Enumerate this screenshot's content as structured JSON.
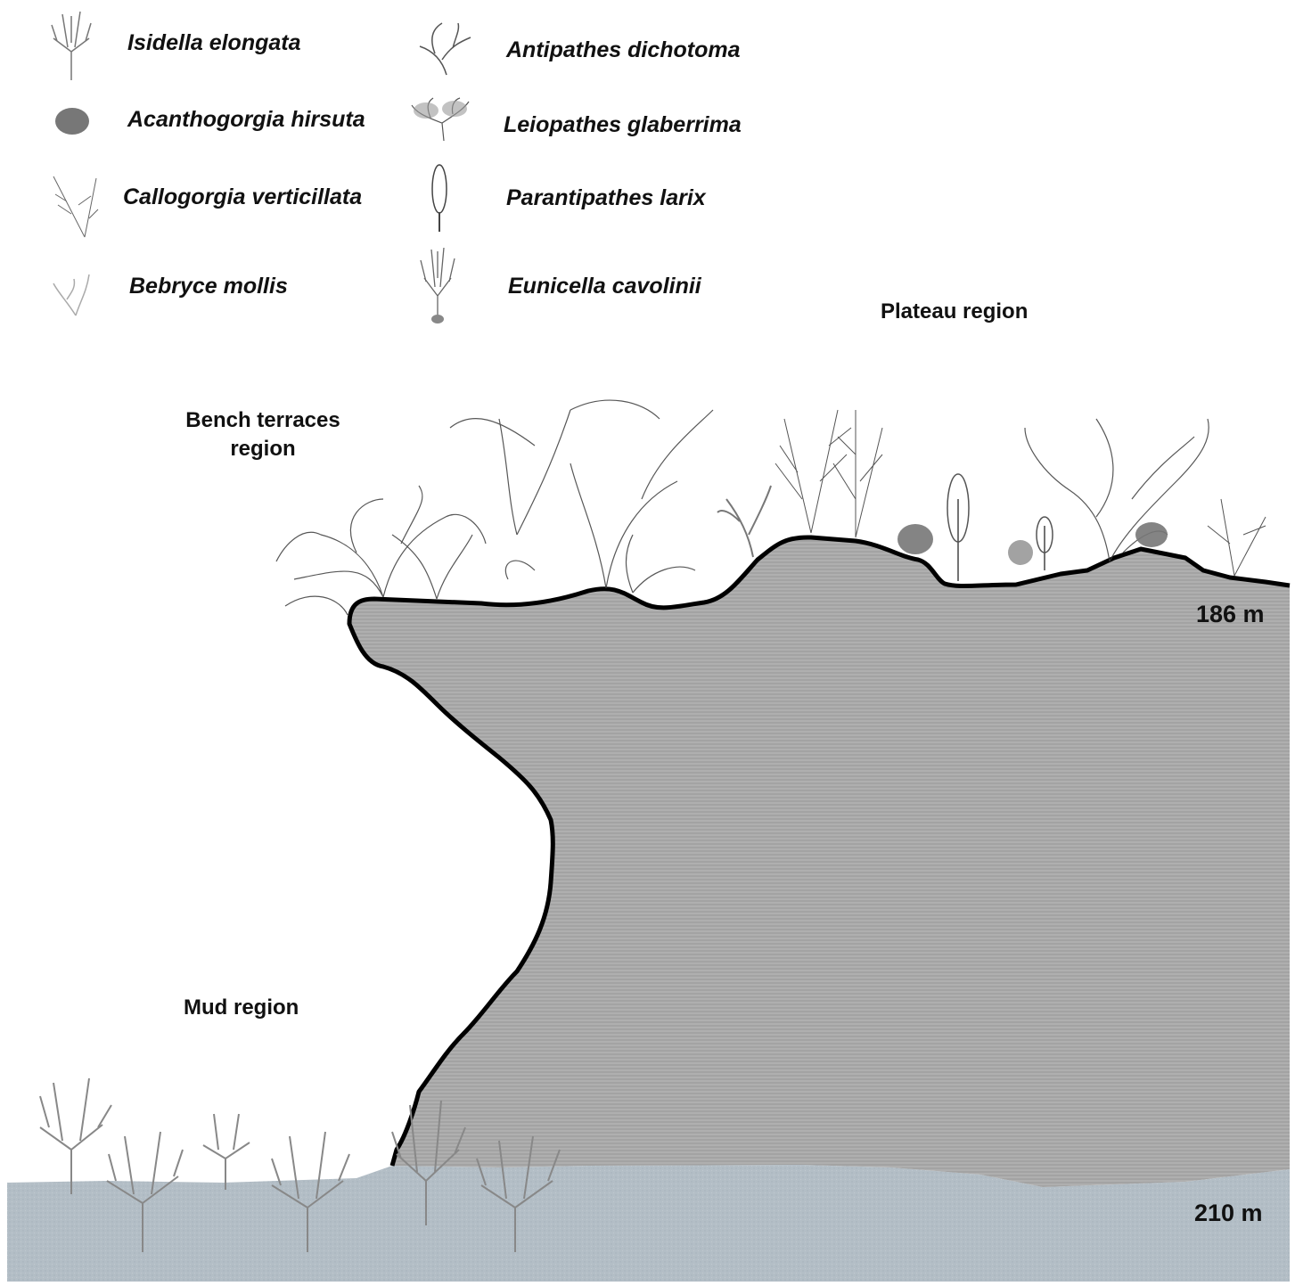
{
  "legend": {
    "items": [
      {
        "icon": "isidella-elongata-icon",
        "label": "Isidella elongata"
      },
      {
        "icon": "acanthogorgia-hirsuta-icon",
        "label": "Acanthogorgia hirsuta"
      },
      {
        "icon": "callogorgia-verticillata-icon",
        "label": "Callogorgia verticillata"
      },
      {
        "icon": "bebryce-mollis-icon",
        "label": "Bebryce mollis"
      },
      {
        "icon": "antipathes-dichotoma-icon",
        "label": "Antipathes dichotoma"
      },
      {
        "icon": "leiopathes-glaberrima-icon",
        "label": "Leiopathes glaberrima"
      },
      {
        "icon": "parantipathes-larix-icon",
        "label": "Parantipathes larix"
      },
      {
        "icon": "eunicella-cavolinii-icon",
        "label": "Eunicella cavolinii"
      }
    ]
  },
  "regions": {
    "plateau": "Plateau region",
    "bench_line1": "Bench terraces",
    "bench_line2": "region",
    "mud": "Mud region"
  },
  "depths": {
    "top": "186 m",
    "bottom": "210 m"
  },
  "colors": {
    "rock": "#a9a9a9",
    "mud": "#b3bec6",
    "outline": "#000000",
    "coral": "#555555"
  }
}
